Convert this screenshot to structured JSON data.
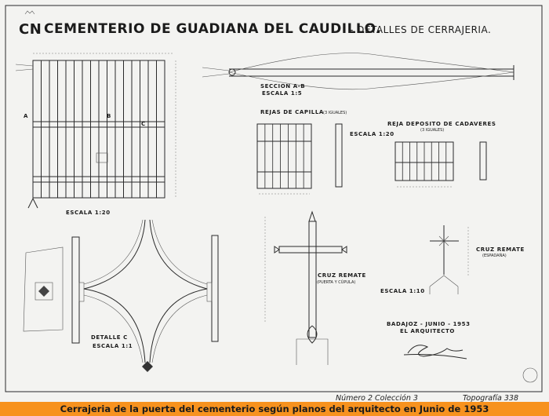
{
  "drawing": {
    "monogram": "CN",
    "title": "CEMENTERIO DE GUADIANA DEL CAUDILLO.",
    "subtitle": "- DETALLES DE CERRAJERIA.",
    "gate": {
      "label_a": "A",
      "label_b": "B",
      "label_c": "C",
      "scale": "ESCALA 1:20"
    },
    "section": {
      "title": "SECCION A-B",
      "scale": "ESCALA 1:5"
    },
    "rejas_capilla": {
      "title": "REJAS DE CAPILLA",
      "note": "(3 IGUALES)"
    },
    "reja_deposito": {
      "title": "REJA DEPOSITO DE CADAVERES",
      "note": "(3 IGUALES)",
      "scale": "ESCALA 1:20"
    },
    "cruz_puerta": {
      "title": "CRUZ REMATE",
      "note": "(PUERTA Y CÚPULA)",
      "scale": "ESCALA 1:10"
    },
    "cruz_espadana": {
      "title": "CRUZ REMATE",
      "note": "(ESPADAÑA)"
    },
    "detalle": {
      "title": "DETALLE C",
      "scale": "ESCALA 1:1"
    },
    "signature": {
      "place_date": "BADAJOZ - JUNIO - 1953",
      "role": "EL ARQUITECTO"
    },
    "footer": {
      "left_note": "Número 2 Colección 3",
      "right_note": "Topografía 338"
    }
  },
  "caption": "Cerrajeria de la puerta del cementerio según planos del arquitecto en Junio de 1953",
  "colors": {
    "caption_bg": "#f7921e",
    "ink": "#1b1b1b",
    "paper": "#f3f3f1"
  }
}
